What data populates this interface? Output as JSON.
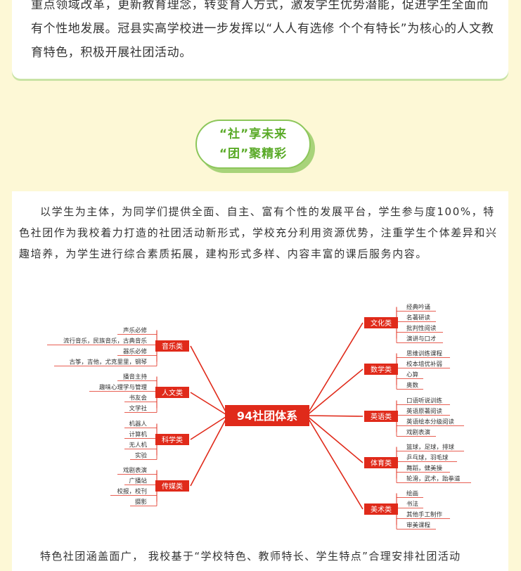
{
  "top_paragraph": "重点领域改革，更新教育理念，转变育人方式，激发学生优势潜能，促进学生全面而有个性地发展。冠县实高学校进一步发挥以“人人有选修 个个有特长”为核心的人文教育特色，积极开展社团活动。",
  "badge": {
    "line1": "“社”享未来",
    "line2": "“团”聚精彩"
  },
  "intro_paragraph": "以学生为主体，为同学们提供全面、自主、富有个性的发展平台，学生参与度100%，特色社团作为我校着力打造的社团活动新形式，学校充分利用资源优势，注重学生个体差异和兴趣培养，为学生进行综合素质拓展，建构形式多样、内容丰富的课后服务内容。",
  "mindmap": {
    "center": "94社团体系",
    "left": [
      {
        "label": "音乐类",
        "items": [
          "声乐必修",
          "流行音乐，民族音乐，古典音乐",
          "器乐必修",
          "古筝，吉他，尤克里里，钢琴"
        ]
      },
      {
        "label": "人文类",
        "items": [
          "播音主持",
          "趣味心理学与管理",
          "书友会",
          "文学社"
        ]
      },
      {
        "label": "科学类",
        "items": [
          "机器人",
          "计算机",
          "无人机",
          "实验"
        ]
      },
      {
        "label": "传媒类",
        "items": [
          "戏剧表演",
          "广播站",
          "校报，校刊",
          "摄影"
        ]
      }
    ],
    "right": [
      {
        "label": "文化类",
        "items": [
          "经典吟诵",
          "名著研读",
          "批判性阅读",
          "演讲与口才"
        ]
      },
      {
        "label": "数学类",
        "items": [
          "思维训练课程",
          "校本培优补弱",
          "心算",
          "奥数"
        ]
      },
      {
        "label": "英语类",
        "items": [
          "口语听说训练",
          "英语原著阅读",
          "英语绘本分级阅读",
          "戏剧表演"
        ]
      },
      {
        "label": "体育类",
        "items": [
          "篮球，足球，排球",
          "乒乓球，羽毛球",
          "舞蹈，健美操",
          "轮滑，武术，跆拳道"
        ]
      },
      {
        "label": "美术类",
        "items": [
          "绘画",
          "书法",
          "其他手工制作",
          "审美课程"
        ]
      }
    ]
  },
  "outro_paragraph": "特色社团涵盖面广， 我校基于“学校特色、教师特长、学生特点”合理安排社团活动",
  "colors": {
    "accent_green": "#5aaa28",
    "node_red": "#e02a1a",
    "bg_yellow": "#fdf8d6"
  }
}
